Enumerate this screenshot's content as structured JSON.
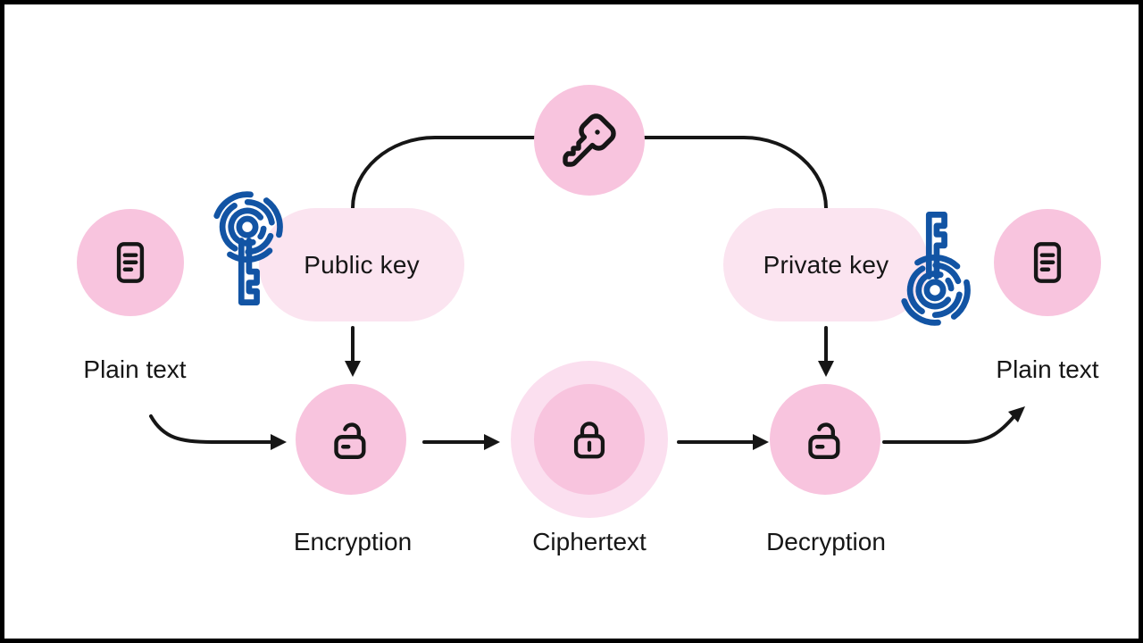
{
  "diagram": {
    "nodes": {
      "session_key": {
        "icon": "key-icon"
      },
      "plain_text_left": {
        "label": "Plain text",
        "icon": "document-icon"
      },
      "public_key": {
        "label": "Public key",
        "icon": "radial-key-icon"
      },
      "private_key": {
        "label": "Private key",
        "icon": "radial-key-icon"
      },
      "encryption": {
        "label": "Encryption",
        "icon": "lock-open-icon"
      },
      "ciphertext": {
        "label": "Ciphertext",
        "icon": "lock-closed-icon"
      },
      "decryption": {
        "label": "Decryption",
        "icon": "lock-open-icon"
      },
      "plain_text_right": {
        "label": "Plain text",
        "icon": "document-icon"
      }
    },
    "colors": {
      "node_pink": "#F8C4DE",
      "pill_pink": "#FBE4F0",
      "halo_pink": "#FBDFEF",
      "key_blue": "#1254A4",
      "ink": "#161616",
      "canvas_bg": "#FFFFFF",
      "frame": "#000000"
    }
  }
}
